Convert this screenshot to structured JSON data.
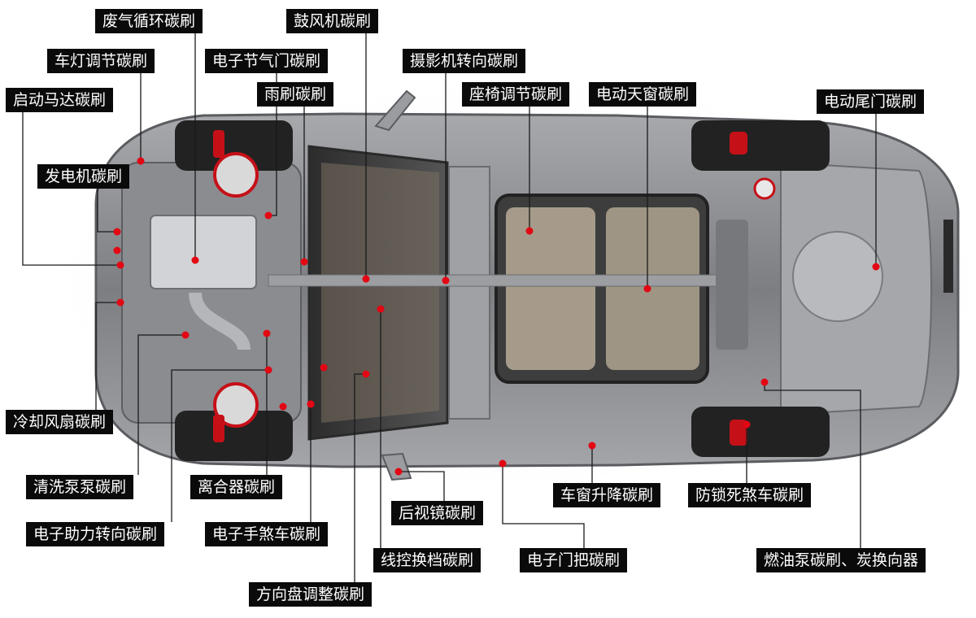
{
  "colors": {
    "label_bg": "#0a0a0a",
    "label_text": "#ffffff",
    "marker": "#e30613",
    "leader": "#1a1a1a",
    "body": "#8d8f93",
    "glass": "#3a3a3a",
    "interior": "#b8ab98"
  },
  "labels": {
    "egr": "废气循环碳刷",
    "blower": "鼓风机碳刷",
    "headlamp": "车灯调节碳刷",
    "throttle": "电子节气门碳刷",
    "camera": "摄影机转向碳刷",
    "starter": "启动马达碳刷",
    "wiper": "雨刷碳刷",
    "seat": "座椅调节碳刷",
    "sunroof": "电动天窗碳刷",
    "tailgate": "电动尾门碳刷",
    "alternator": "发电机碳刷",
    "fan": "冷却风扇碳刷",
    "washer": "清洗泵泵碳刷",
    "clutch": "离合器碳刷",
    "mirror": "后视镜碳刷",
    "window": "车窗升降碳刷",
    "abs": "防锁死煞车碳刷",
    "eps": "电子助力转向碳刷",
    "epb": "电子手煞车碳刷",
    "shift": "线控换档碳刷",
    "handle": "电子门把碳刷",
    "fuelpump": "燃油泵碳刷、炭换向器",
    "steering": "方向盘调整碳刷"
  }
}
